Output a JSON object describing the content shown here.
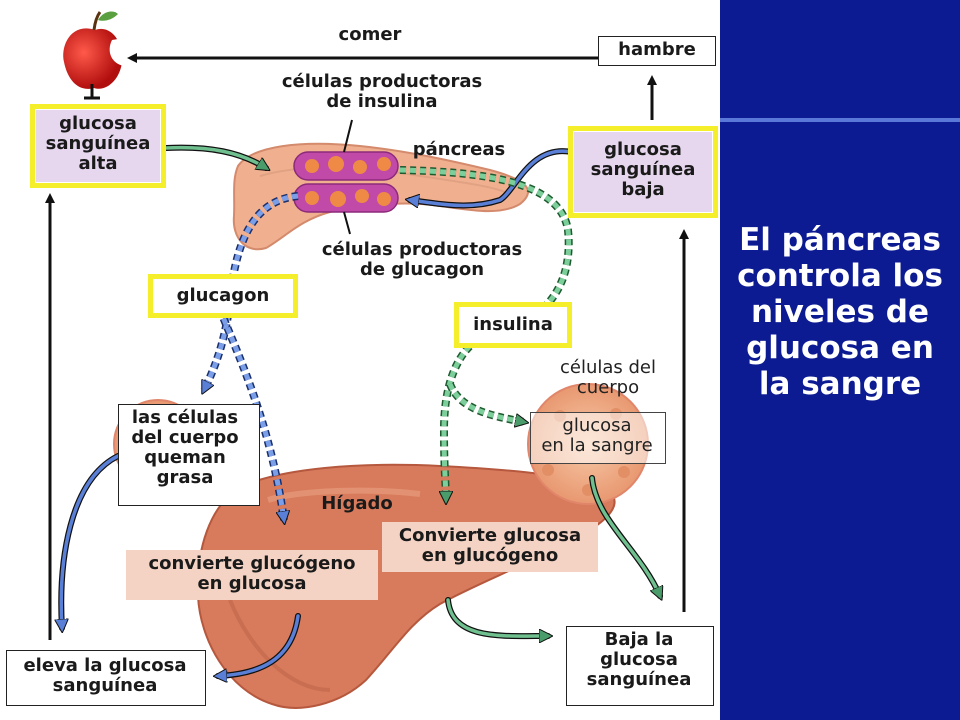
{
  "labels": {
    "comer": "comer",
    "hambre": "hambre",
    "celulas_insulina": "células productoras\nde insulina",
    "pancreas": "páncreas",
    "celulas_glucagon": "células productoras\nde glucagon",
    "glucosa_alta": "glucosa\nsanguínea\nalta",
    "glucosa_baja": "glucosa\nsanguínea\nbaja",
    "glucagon": "glucagon",
    "insulina": "insulina",
    "celulas_cuerpo": "células del\ncuerpo",
    "glucosa_sangre": "glucosa\nen la sangre",
    "queman_grasa": "las células\ndel cuerpo\nqueman\ngrasa",
    "higado": "Hígado",
    "convierte_glucosa": "Convierte glucosa\nen glucógeno",
    "convierte_glucogeno": "convierte glucógeno\nen glucosa",
    "eleva": "eleva la glucosa\nsanguínea",
    "baja": "Baja la\nglucosa\nsanguínea"
  },
  "panel": {
    "title": "El páncreas\ncontrola los\nniveles de\nglucosa en\nla sangre"
  },
  "colors": {
    "panel": "#0c1b91",
    "highlight": "#f5ee2a",
    "insulin_path": "#6fbf8f",
    "glucagon_path": "#6b8fe0"
  }
}
